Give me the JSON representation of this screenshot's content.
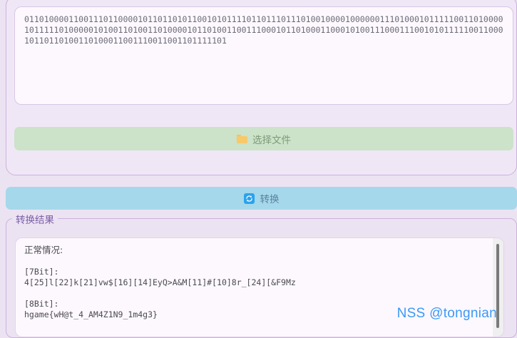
{
  "input": {
    "binary_value": "0110100001100111011000010110110101100101011110110111011101001000010000001110100010111110011010000101111101000001010011010011010000101101001100111000101101000110001010011100011100101011111001100010110110100110100011001110011001101111101",
    "placeholder": ""
  },
  "buttons": {
    "file_icon": "folder-icon",
    "file_label": "选择文件",
    "convert_icon": "sync-icon",
    "convert_label": "转换"
  },
  "result": {
    "legend": "转换结果",
    "line_normal": "正常情况:",
    "line_blank_1": "",
    "label_7bit": "[7Bit]:",
    "value_7bit": "4[25]l[22]k[21]vw$[16][14]EyQ>A&M[11]#[10]8r_[24][&F9Mz",
    "line_blank_2": "",
    "label_8bit": "[8Bit]:",
    "value_8bit": "hgame{wH@t_4_AM4Z1N9_1m4g3}"
  },
  "watermark": {
    "text": "NSS @tongnian"
  },
  "colors": {
    "page_background": "#ece3f2",
    "panel_background": "#f0e7f6",
    "panel_border": "#cbb2dd",
    "field_background": "#fdf8fd",
    "file_button": "#cce2c9",
    "file_button_text": "#7d9a79",
    "convert_button": "#a5d8ea",
    "convert_button_text": "#5b82a0",
    "convert_icon_badge": "#29a3ee",
    "legend_text": "#7b5ea7",
    "mono_text": "#6b6b78",
    "watermark_text": "#3b99f7",
    "scrollbar_thumb": "#7a7a7a"
  }
}
